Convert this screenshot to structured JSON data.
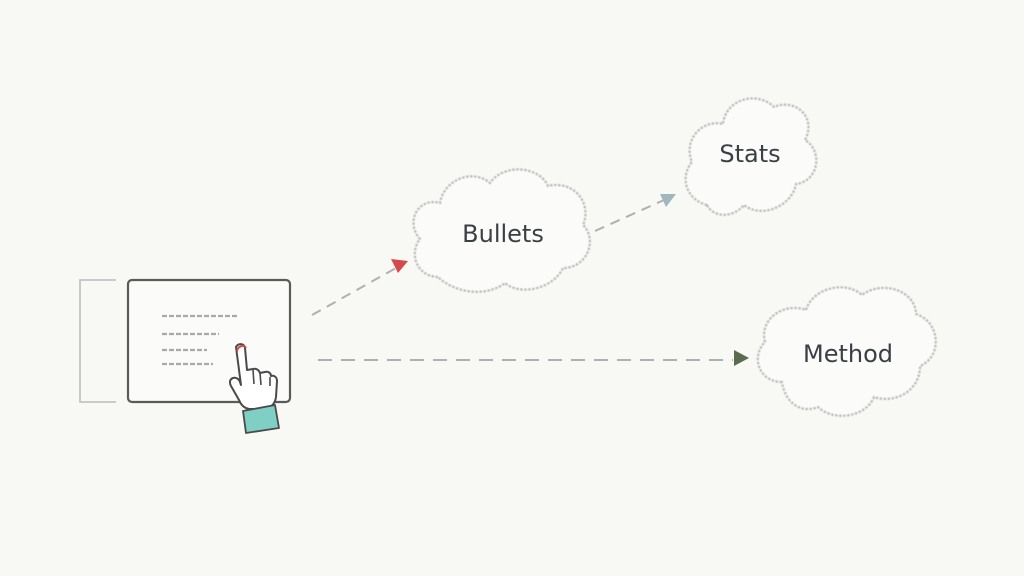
{
  "nodes": [
    {
      "id": "bullets",
      "label": "Bullets"
    },
    {
      "id": "stats",
      "label": "Stats"
    },
    {
      "id": "method",
      "label": "Method"
    }
  ],
  "arrows": [
    {
      "from": "screen",
      "to": "bullets",
      "color": "#d24a4a"
    },
    {
      "from": "bullets",
      "to": "stats",
      "color": "#9fb7bd"
    },
    {
      "from": "screen",
      "to": "method",
      "color": "#5b6b4f"
    }
  ],
  "icons": {
    "screen": "document-screen-icon",
    "hand": "pointing-hand-icon"
  },
  "colors": {
    "background": "#f8f8f5",
    "outline": "#5a5a5a",
    "dashed": "#b0b0b0",
    "sleeve": "#7fcfc4",
    "cloud_stroke": "#b7b7b7"
  }
}
